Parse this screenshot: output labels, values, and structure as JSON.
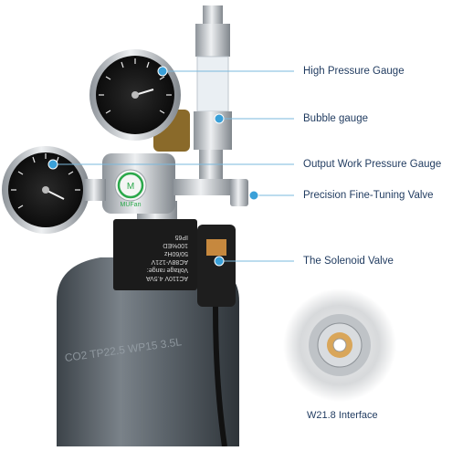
{
  "callouts": {
    "high_pressure_gauge": "High Pressure Gauge",
    "bubble_gauge": "Bubble gauge",
    "output_work_pressure_gauge": "Output Work Pressure Gauge",
    "fine_tuning_valve": "Precision Fine-Tuning Valve",
    "solenoid_valve": "The Solenoid Valve",
    "interface": "W21.8 Interface"
  },
  "solenoid_text": {
    "line1": "AC110V 4.5VA",
    "line2": "Voltage range:",
    "line3": "AC88V-121V",
    "line4": "50/60Hz",
    "line5": "100%ED",
    "line6": "IP65"
  },
  "cylinder_text": "CO2 TP22.5 WP15 3.5L",
  "brand_logo": "MUFan",
  "colors": {
    "callout_dot": "#3aa0d8",
    "callout_line": "#7ab8dc",
    "label_text": "#1f3a5f",
    "cylinder": "#5d656c",
    "chrome": "#c9cdd1",
    "gauge_face": "#1a1a1a",
    "solenoid_body": "#1b1b1b",
    "logo_green": "#2aa84a"
  }
}
